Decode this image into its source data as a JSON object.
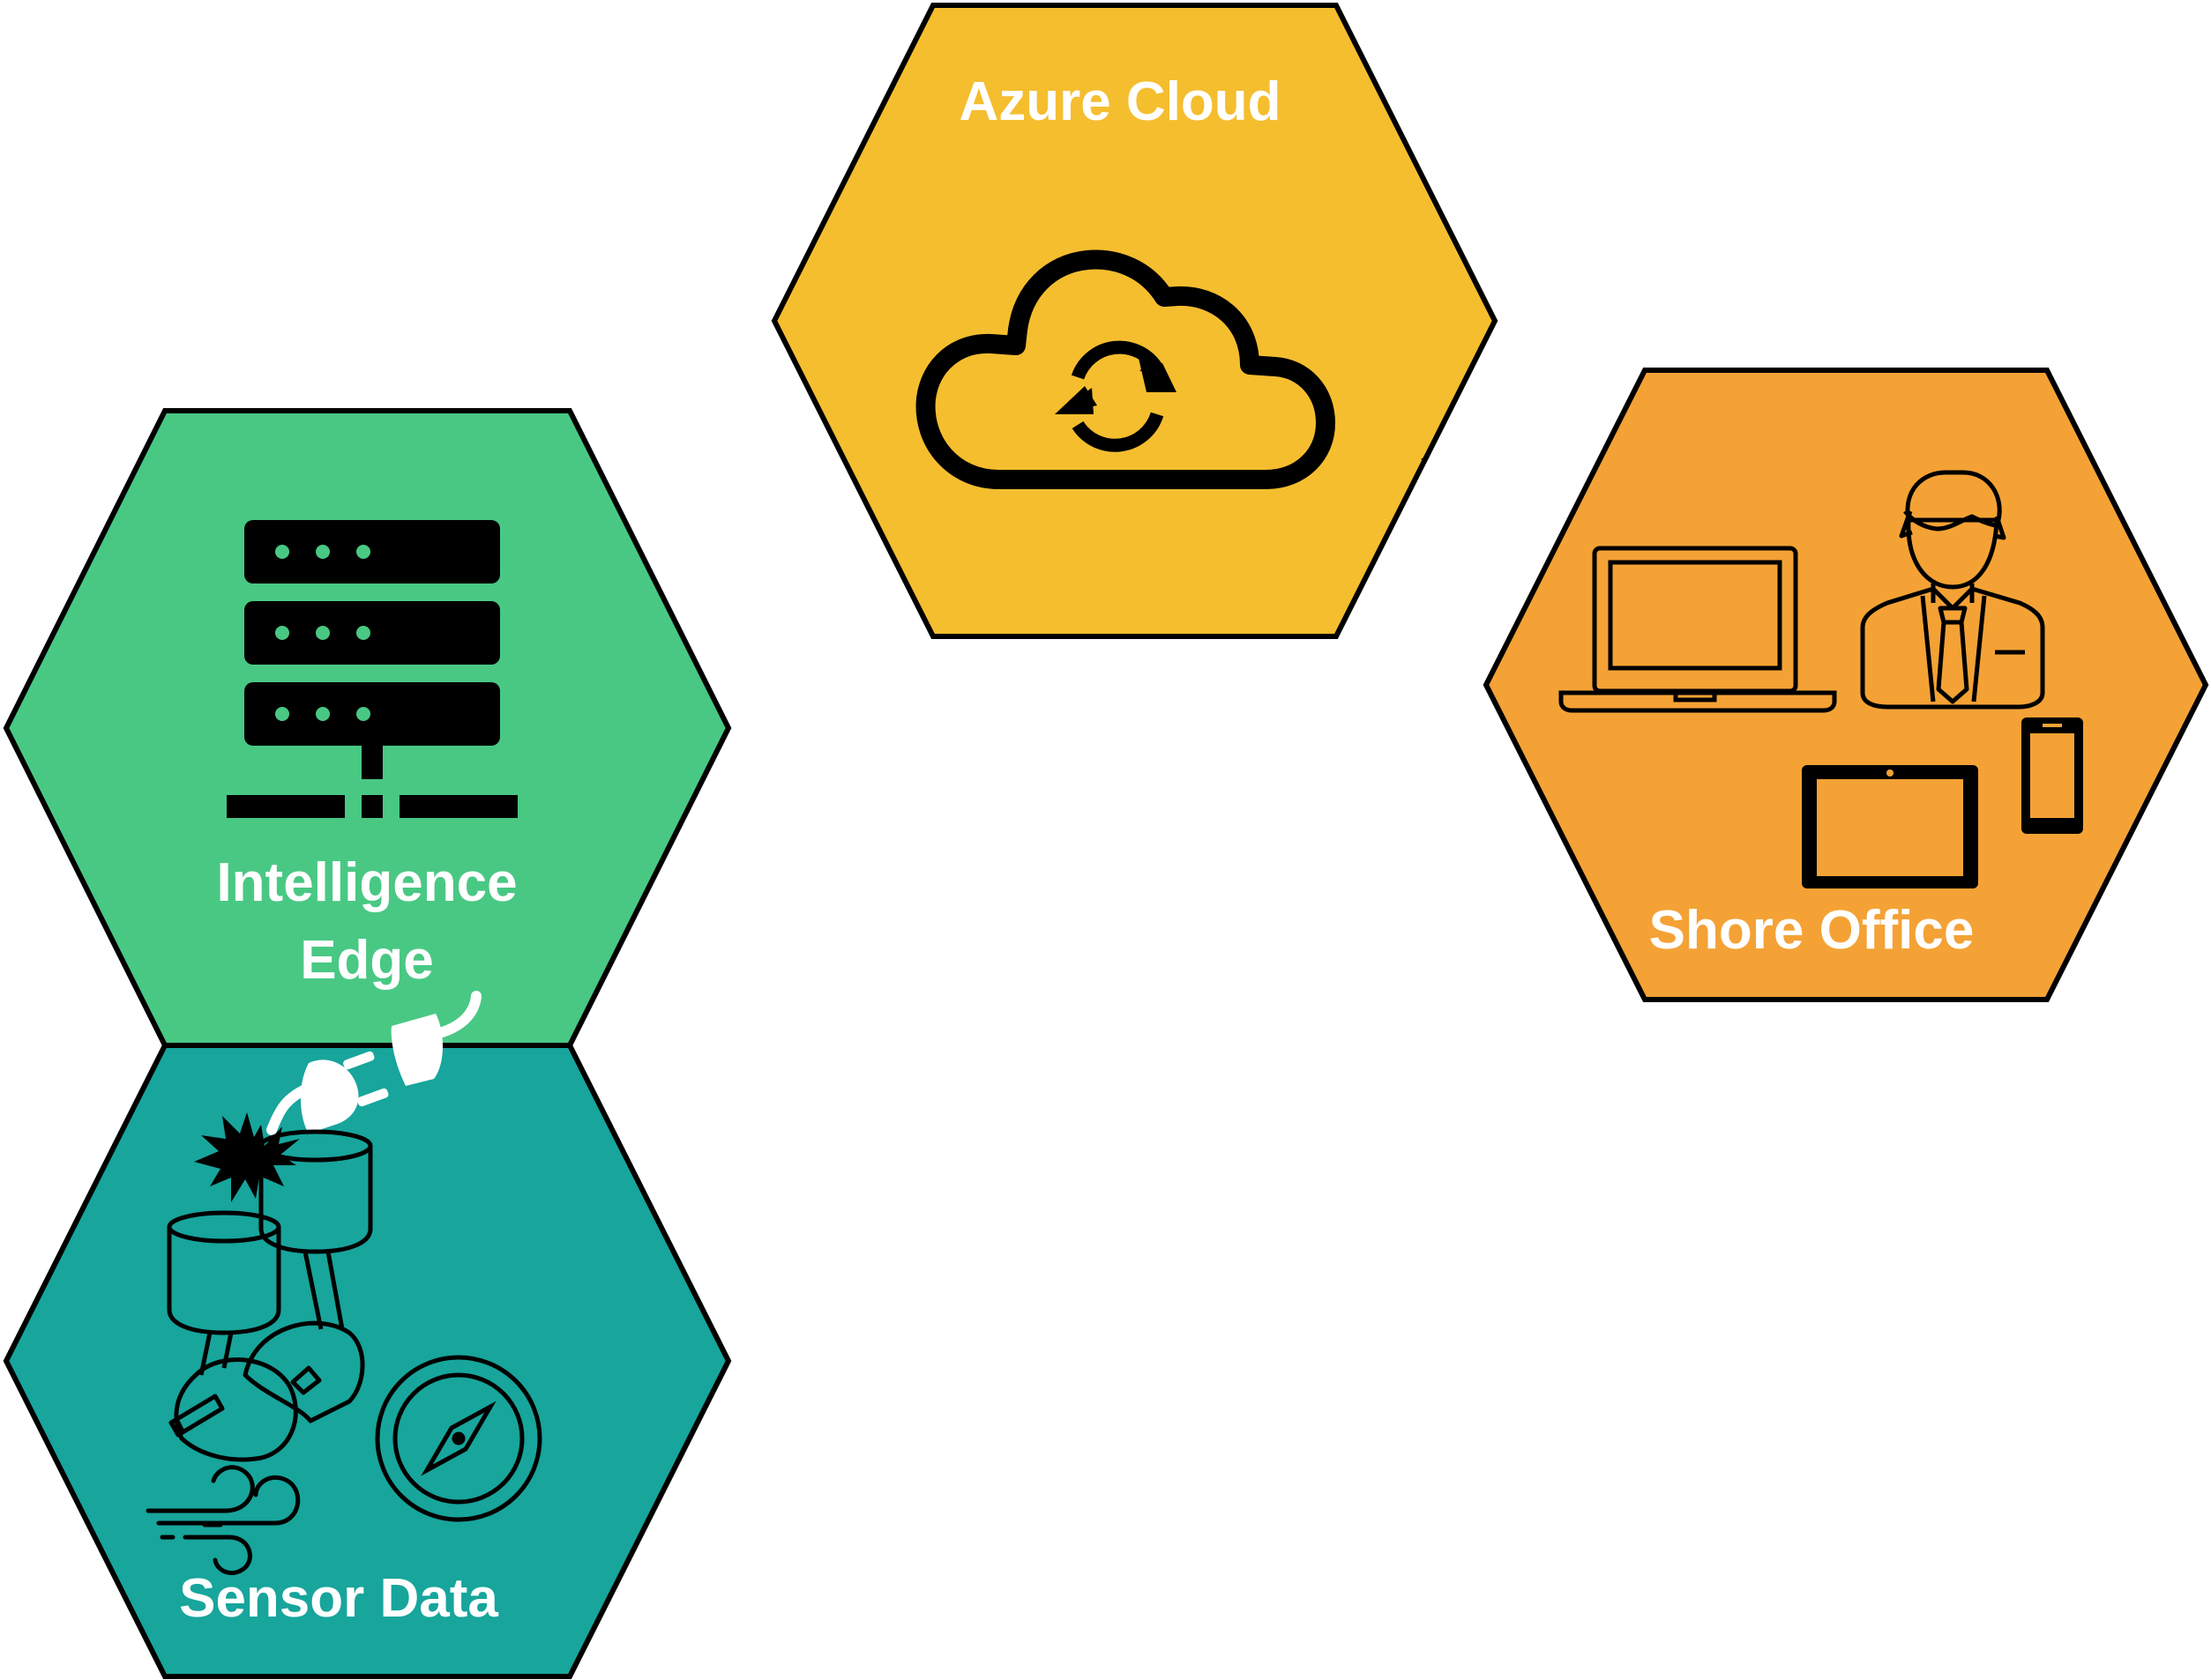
{
  "diagram": {
    "nodes": [
      {
        "id": "azure-cloud",
        "label": "Azure Cloud",
        "fill": "#F5BE2F",
        "icon": "cloud-sync-icon"
      },
      {
        "id": "shore-office",
        "label": "Shore Office",
        "fill": "#F4A235",
        "icons": [
          "laptop-icon",
          "businessman-icon",
          "tablet-icon",
          "smartphone-icon"
        ]
      },
      {
        "id": "intelligence-edge",
        "label_line1": "Intelligence",
        "label_line2": "Edge",
        "fill": "#49C884",
        "icon": "server-rack-icon",
        "dot_color": "#49C884"
      },
      {
        "id": "sensor-data",
        "label": "Sensor Data",
        "fill": "#17A59C",
        "icons": [
          "engine-pistons-icon",
          "explosion-icon",
          "compass-icon",
          "wind-icon",
          "plug-connector-icon"
        ]
      }
    ],
    "outline_color": "#000000"
  }
}
